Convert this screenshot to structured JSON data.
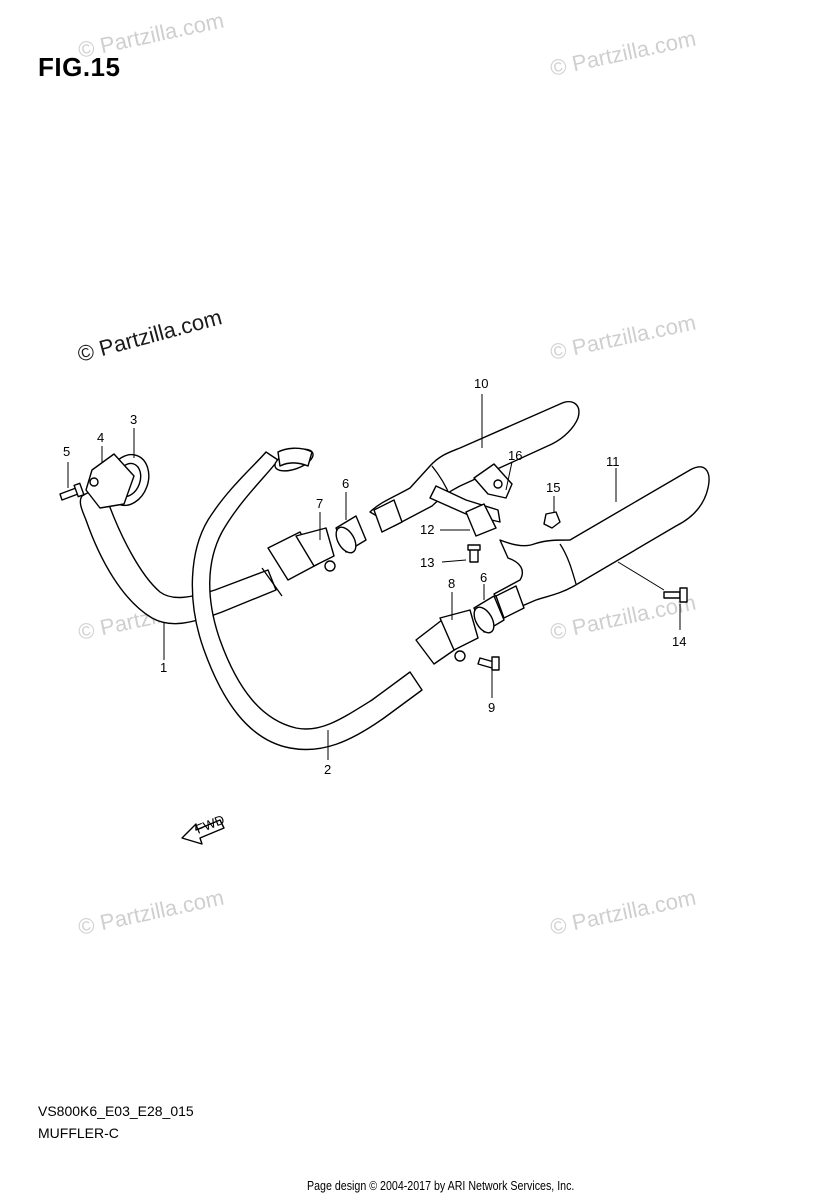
{
  "figure": {
    "title": "FIG.15"
  },
  "watermark": {
    "text": "© Partzilla.com"
  },
  "parts": [
    "1",
    "2",
    "3",
    "4",
    "5",
    "6",
    "7",
    "8",
    "9",
    "10",
    "11",
    "12",
    "13",
    "14",
    "15",
    "16"
  ],
  "labels": {
    "p1": "1",
    "p2": "2",
    "p3": "3",
    "p4": "4",
    "p5": "5",
    "p6a": "6",
    "p6b": "6",
    "p7": "7",
    "p8": "8",
    "p9": "9",
    "p10": "10",
    "p11": "11",
    "p12": "12",
    "p13": "13",
    "p14": "14",
    "p15": "15",
    "p16": "16"
  },
  "fwd_label": "FWD",
  "footer": {
    "model_code": "VS800K6_E03_E28_015",
    "section": "MUFFLER-C",
    "credit": "Page design © 2004-2017 by ARI Network Services, Inc."
  }
}
